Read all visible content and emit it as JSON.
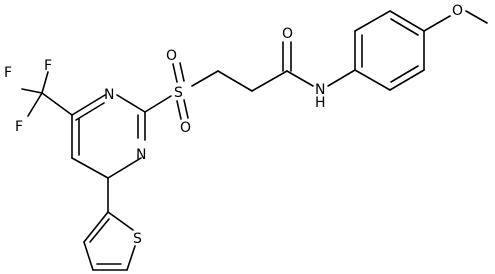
{
  "atoms": {
    "F_top": "F",
    "F_left": "F",
    "F_bottom": "F",
    "N_pyr_top": "N",
    "N_pyr_bottom": "N",
    "S_sulfonyl": "S",
    "O_sulfonyl_top": "O",
    "O_sulfonyl_bottom": "O",
    "O_carbonyl": "O",
    "NH_amide": "N",
    "H_amide": "H",
    "O_methoxy": "O",
    "S_thiophene": "S"
  }
}
